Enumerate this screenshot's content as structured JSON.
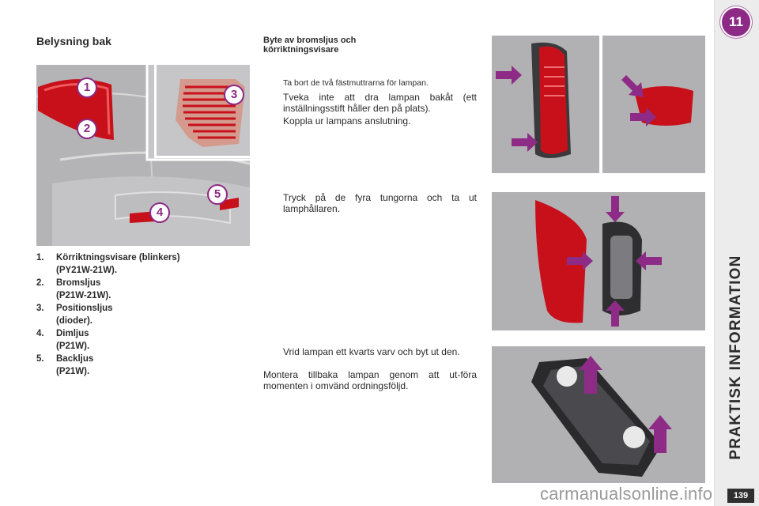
{
  "section": {
    "chapter_number": "11",
    "vertical_title": "PRAKTISK INFORMATION",
    "page_number": "139"
  },
  "left": {
    "heading": "Belysning bak",
    "photo1_callouts": [
      "1",
      "2"
    ],
    "photo2_callouts": [
      "3"
    ],
    "photo3_callouts": [
      "4",
      "5"
    ],
    "legend": [
      {
        "num": "1.",
        "lines": [
          "Körriktningsvisare (blinkers)",
          "(PY21W-21W)."
        ]
      },
      {
        "num": "2.",
        "lines": [
          "Bromsljus",
          "(P21W-21W)."
        ]
      },
      {
        "num": "3.",
        "lines": [
          "Positionsljus",
          "(dioder)."
        ]
      },
      {
        "num": "4.",
        "lines": [
          "Dimljus",
          "(P21W)."
        ]
      },
      {
        "num": "5.",
        "lines": [
          "Backljus",
          "(P21W)."
        ]
      }
    ]
  },
  "middle": {
    "heading": "Byte av bromsljus och körriktningsvisare",
    "bullet_glyph": "",
    "bullets": [
      "Ta bort de två fästmuttrarna för lampan.",
      "Tveka inte att dra lampan bakåt (ett inställningsstift håller den på plats).",
      "Koppla ur lampans anslutning.",
      "Tryck på de fyra tungorna och ta ut lamphållaren.",
      "Vrid lampan ett kvarts varv och byt ut den."
    ],
    "closing": "Montera tillbaka lampan genom att ut-föra momenten i omvänd ordningsföljd."
  },
  "watermark": "carmanualsonline.info",
  "colors": {
    "accent": "#8c2a85",
    "arrow": "#8e2b86",
    "lamp_red": "#c8101b"
  }
}
